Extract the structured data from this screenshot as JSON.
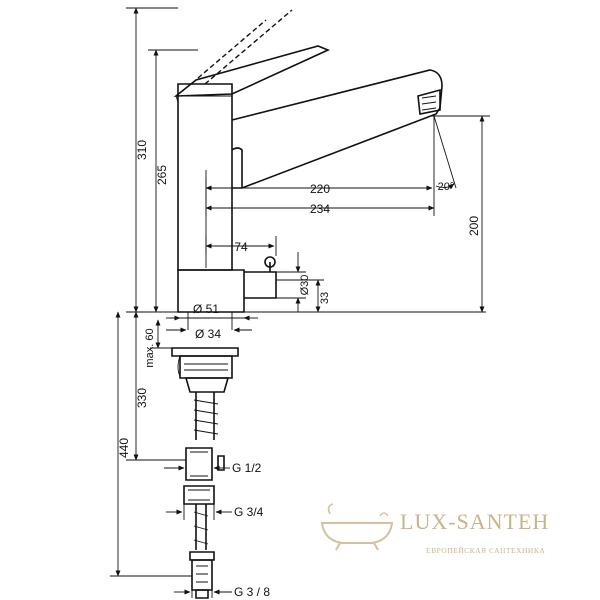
{
  "dimensions": {
    "height_310": "310",
    "height_265": "265",
    "reach_220": "220",
    "reach_234": "234",
    "angle_20": "20°",
    "height_200": "200",
    "offset_74": "74",
    "dia_30": "Ø30",
    "h_33": "33",
    "dia_51": "Ø 51",
    "dia_34": "Ø 34",
    "max_60": "max. 60",
    "len_330": "330",
    "len_440": "440",
    "thread_g12": "G 1/2",
    "thread_g34": "G 3/4",
    "thread_g38": "G 3 / 8"
  },
  "watermark": {
    "brand": "LUX-SANTEH",
    "tagline": "ЕВРОПЕЙСКАЯ САНТЕХНИКА"
  }
}
